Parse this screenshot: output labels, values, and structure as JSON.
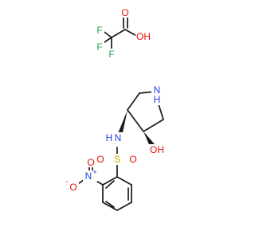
{
  "colors": {
    "bond": "#1a1a1a",
    "carbon": "#1a1a1a",
    "oxygen": "#e8120c",
    "nitrogen": "#1f3fe0",
    "fluorine": "#27a35a",
    "sulfur": "#c8a800"
  },
  "labels": {
    "tfa_O_carbonyl": "O",
    "tfa_OH": "OH",
    "tfa_F1": "F",
    "tfa_F2": "F",
    "tfa_F3": "F",
    "pyrrolidine_NH": "N",
    "pyrrolidine_NH_H": "H",
    "hydroxyl_OH": "OH",
    "sulfonamide_NH": "N",
    "sulfonamide_NH_H": "H",
    "sulfonyl_S": "S",
    "sulfonyl_O_left": "O",
    "sulfonyl_O_right": "O",
    "nitro_N": "N",
    "nitro_N_charge": "+",
    "nitro_O_top": "O",
    "nitro_O_left": "O",
    "nitro_O_charge": "-"
  }
}
